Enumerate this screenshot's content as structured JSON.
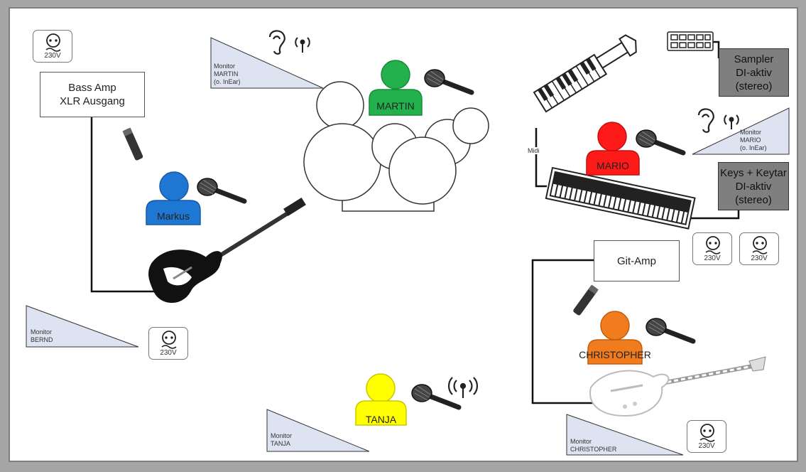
{
  "musicians": {
    "martin": {
      "name": "MARTIN",
      "color": "#22b14c"
    },
    "markus": {
      "name": "Markus",
      "color": "#1f77d4"
    },
    "mario": {
      "name": "MARIO",
      "color": "#ff1a1a"
    },
    "christopher": {
      "name": "CHRISTOPHER",
      "color": "#f07c1e"
    },
    "tanja": {
      "name": "TANJA",
      "color": "#ffff00"
    }
  },
  "monitors": {
    "martin": {
      "line1": "Monitor",
      "line2": "MARTIN",
      "line3": "(o. InEar)"
    },
    "mario": {
      "line1": "Monitor",
      "line2": "MARIO",
      "line3": "(o. InEar)"
    },
    "bernd": {
      "line1": "Monitor",
      "line2": "BERND"
    },
    "tanja": {
      "line1": "Monitor",
      "line2": "TANJA"
    },
    "christopher": {
      "line1": "Monitor",
      "line2": "CHRISTOPHER"
    }
  },
  "boxes": {
    "bass_amp": {
      "line1": "Bass Amp",
      "line2": "XLR Ausgang"
    },
    "sampler": {
      "line1": "Sampler",
      "line2": "DI-aktiv",
      "line3": "(stereo)"
    },
    "keys": {
      "line1": "Keys + Keytar",
      "line2": "DI-aktiv",
      "line3": "(stereo)"
    },
    "git_amp": {
      "line1": "Git-Amp"
    }
  },
  "socket_label": "230V",
  "midi_label": "Midi",
  "icons": [
    "power-socket-icon",
    "inear-icon",
    "wireless-icon",
    "microphone-icon",
    "instrument-mic-icon",
    "bass-guitar-icon",
    "electric-guitar-icon",
    "keyboard-icon",
    "keytar-icon",
    "sampler-pad-icon",
    "drum-kit-icon",
    "person-icon",
    "monitor-wedge-icon"
  ]
}
